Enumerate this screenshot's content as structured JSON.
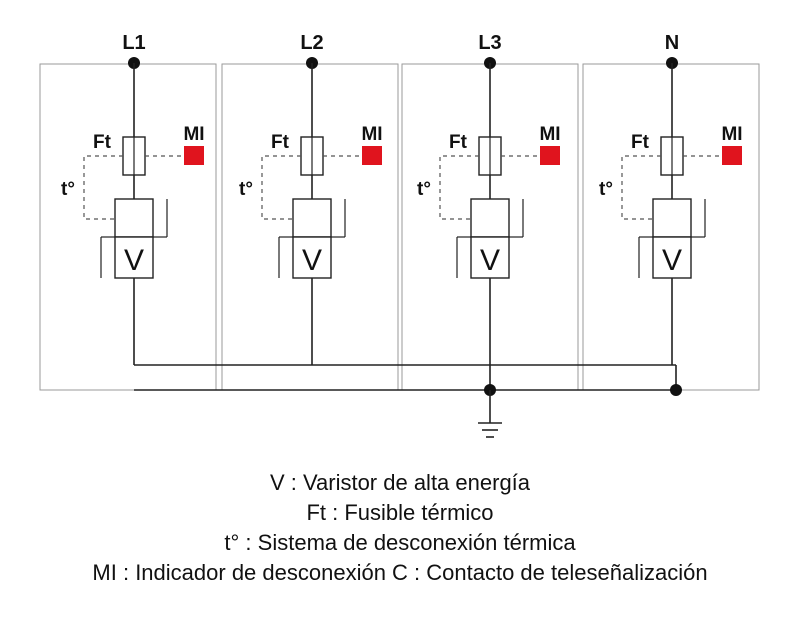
{
  "colors": {
    "indicator": "#e0141e",
    "line": "#222222",
    "box_border": "#9a9a9a",
    "dashed": "#555555"
  },
  "modules": [
    {
      "terminal": "L1",
      "fuse_label": "Ft",
      "thermal_label": "t°",
      "indicator_label": "MI",
      "varistor_label": "V"
    },
    {
      "terminal": "L2",
      "fuse_label": "Ft",
      "thermal_label": "t°",
      "indicator_label": "MI",
      "varistor_label": "V"
    },
    {
      "terminal": "L3",
      "fuse_label": "Ft",
      "thermal_label": "t°",
      "indicator_label": "MI",
      "varistor_label": "V"
    },
    {
      "terminal": "N",
      "fuse_label": "Ft",
      "thermal_label": "t°",
      "indicator_label": "MI",
      "varistor_label": "V"
    }
  ],
  "ground_icon": "earth-ground-icon",
  "legend": {
    "line1": "V : Varistor de alta energía",
    "line2": "Ft : Fusible térmico",
    "line3": "t° : Sistema de desconexión térmica",
    "line4": "MI : Indicador de desconexión C : Contacto de teleseñalización"
  }
}
